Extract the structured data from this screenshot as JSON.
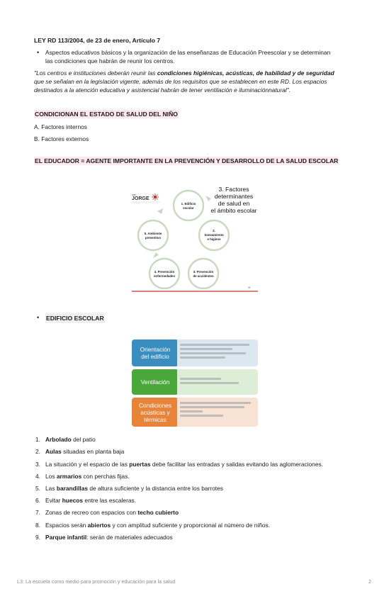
{
  "law": {
    "heading": "LEY RD 113/2004, de 23 de enero, Artículo 7",
    "bullet_line1": "Aspectos educativos básicos y la organización de las enseñanzas de Educación Preescolar y se determinan",
    "bullet_line2": "las condiciones que habrán de reunir los centros.",
    "quote_line1_pre": "\"Los centros e instituciones deberán reunir las ",
    "quote_line1_bold": "condiciones higiénicas, acústicas, de habilidad y de seguridad",
    "quote_line2": "que se señalan en la legislación vigente, además de los requisitos que se establecen en este RD. Los espacios",
    "quote_line3": "destinados a la atención educativa y asistencial habrán de tener ventilación e iluminaciónnatural\"."
  },
  "health": {
    "heading": "CONDICIONAN EL ESTADO DE SALUD DEL NIÑO",
    "item_a": "A. Factores internos",
    "item_b": "B. Factores externos"
  },
  "educator": {
    "heading": "EL EDUCADOR = AGENTE IMPORTANTE EN LA PREVENCIÓN Y DESARROLLO DE LA SALUD ESCOLAR"
  },
  "figure1": {
    "logo_text": "JORGE",
    "logo_small": "san",
    "title_line1": "3. Factores",
    "title_line2": "determinantes",
    "title_line3": "de salud en",
    "title_line4": "el ámbito escolar",
    "node1_a": "1. Edificio",
    "node1_b": "escolar",
    "node2_a": "2.",
    "node2_b": "Saneamiento",
    "node2_c": "e higiene",
    "node3_a": "3. Prevención",
    "node3_b": "de accidentes",
    "node4_a": "4. Prevención",
    "node4_b": "enfermedades",
    "node5_a": "5. Ambiente",
    "node5_b": "preventivo",
    "corner": "ffff",
    "accent": "#c0392b"
  },
  "building": {
    "heading": "EDIFICIO ESCOLAR"
  },
  "figure2": {
    "rows": [
      {
        "label_a": "Orientación",
        "label_b": "del edificio",
        "color": "#3a8dbf",
        "bg": "#dbe8ef"
      },
      {
        "label_a": "Ventilación",
        "label_b": "",
        "color": "#4aa83a",
        "bg": "#dcefd6"
      },
      {
        "label_a": "Condiciones",
        "label_b": "acústicas y térmicas",
        "color": "#e8833a",
        "bg": "#f7e2d3"
      }
    ]
  },
  "list": [
    {
      "num": "1.",
      "bold": "Arbolado",
      "rest": " del patio",
      "pre": ""
    },
    {
      "num": "2.",
      "bold": "Aulas",
      "rest": " situadas en planta baja",
      "pre": ""
    },
    {
      "num": "3.",
      "pre": "La situación y el espacio de las ",
      "bold": "puertas",
      "rest": " debe facilitar las entradas y salidas evitando las aglomeraciones."
    },
    {
      "num": "4.",
      "pre": "Los ",
      "bold": "armarios",
      "rest": " con perchas fijas."
    },
    {
      "num": "5.",
      "pre": "Las ",
      "bold": "barandillas",
      "rest": " de altura suficiente y la distancia entre los barrotes"
    },
    {
      "num": "6.",
      "pre": "Evitar ",
      "bold": "huecos",
      "rest": " entre las escaleras."
    },
    {
      "num": "7.",
      "pre": "Zonas de recreo con espacios con ",
      "bold": "techo cubierto",
      "rest": ""
    },
    {
      "num": "8.",
      "pre": "Espacios serán ",
      "bold": "abiertos",
      "rest": " y con amplitud suficiente y proporcional al número de niños."
    },
    {
      "num": "9.",
      "pre": "",
      "bold": "Parque infantil",
      "rest": ": serán de materiales adecuados"
    }
  ],
  "footer": {
    "text": "L3: La escuela como medio para promoción y educación para la salud",
    "page": "2"
  }
}
